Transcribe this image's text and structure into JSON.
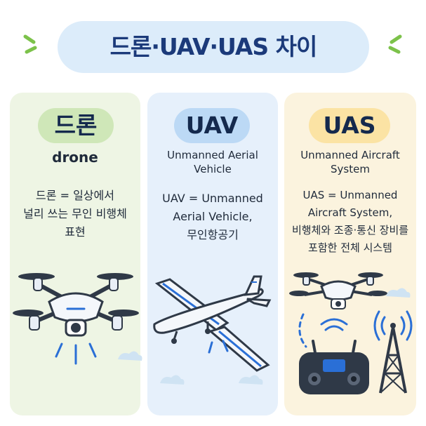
{
  "title": "드론·UAV·UAS 차이",
  "colors": {
    "title_bg": "#dcecfa",
    "title_text": "#1b3a7a",
    "drone_panel": "#eef5e4",
    "drone_badge": "#cfe7b8",
    "uav_panel": "#e6f0fb",
    "uav_badge": "#bcd9f5",
    "uas_panel": "#fbf3de",
    "uas_badge": "#fbe3a4",
    "accent_green": "#7cc24a",
    "accent_blue": "#2a6fd6"
  },
  "columns": {
    "drone": {
      "badge": "드론",
      "subtitle": "drone",
      "desc_lines": [
        "드론 = 일상에서",
        "널리 쓰는 무인 비행체",
        "표현"
      ],
      "icon": "quadcopter-drone-icon"
    },
    "uav": {
      "badge": "UAV",
      "subtitle_lines": [
        "Unmanned Aerial",
        "Vehicle"
      ],
      "desc_lines": [
        "UAV = Unmanned",
        "Aerial Vehicle,",
        "무인항공기"
      ],
      "icon": "fixed-wing-aircraft-icon"
    },
    "uas": {
      "badge": "UAS",
      "subtitle_lines": [
        "Unmanned Aircraft",
        "System"
      ],
      "desc_lines": [
        "UAS = Unmanned",
        "Aircraft System,",
        "비행체와 조종·통신 장비를",
        "포함한 전체 시스템"
      ],
      "icons": [
        "drone-icon",
        "remote-controller-icon",
        "antenna-tower-icon",
        "wifi-signal-icon"
      ]
    }
  }
}
